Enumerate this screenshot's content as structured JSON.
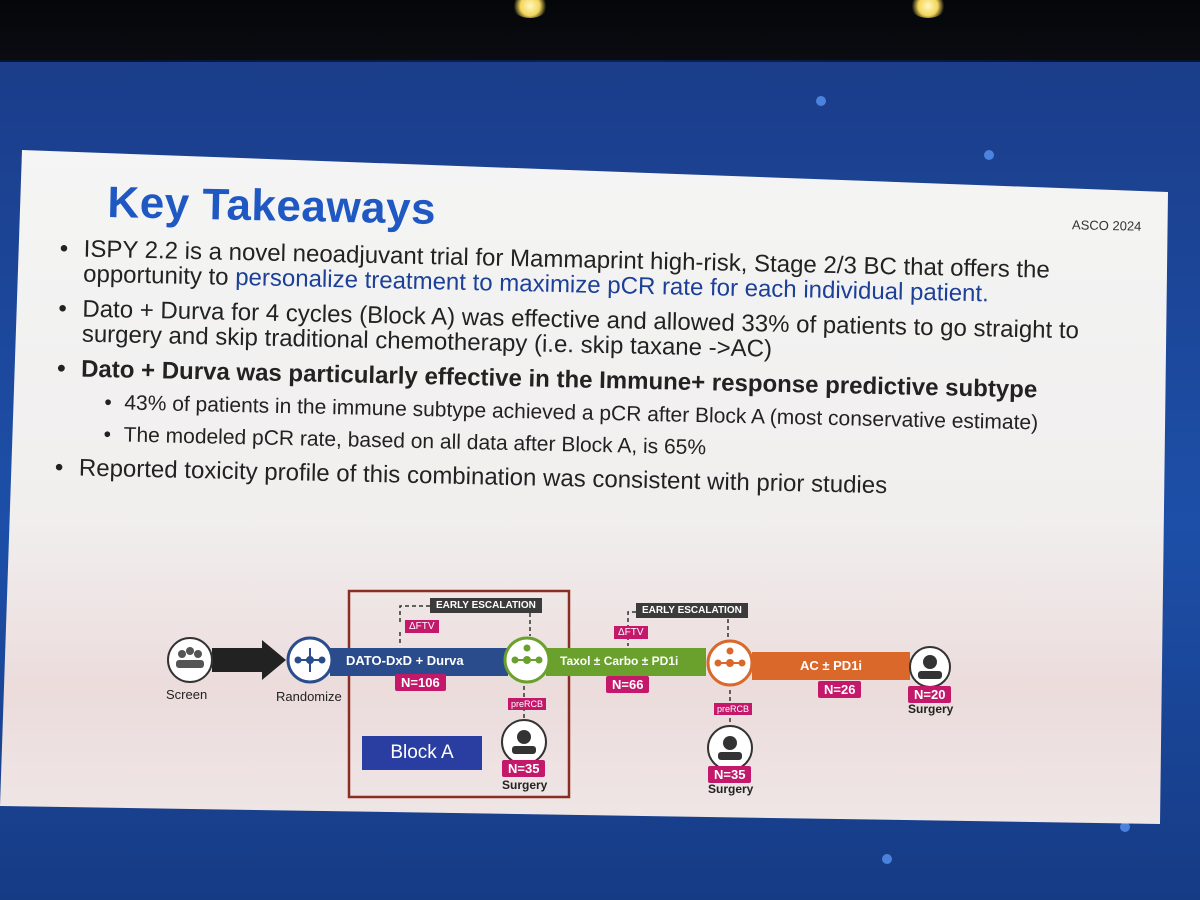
{
  "slide": {
    "title": "Key Takeaways",
    "conference": "ASCO 2024",
    "bullets": {
      "b1_text": "ISPY 2.2 is a novel neoadjuvant trial for Mammaprint high-risk, Stage 2/3 BC that offers the opportunity to ",
      "b1_highlight": "personalize treatment to maximize pCR rate for each individual patient.",
      "b2_text": "Dato + Durva for 4 cycles (Block A) was effective and allowed 33% of patients to go straight to surgery and skip traditional chemotherapy (i.e. skip taxane ->AC)",
      "b3_text": "Dato + Durva was particularly effective in the Immune+ response predictive subtype",
      "b3_sub1": "43% of patients in the immune subtype achieved a pCR after Block A (most conservative estimate)",
      "b3_sub2": "The modeled pCR rate, based on all data after Block A, is 65%",
      "b4_text": "Reported toxicity profile of this combination was consistent with prior studies"
    }
  },
  "diagram": {
    "screen_label": "Screen",
    "randomize_label": "Randomize",
    "arm1_label": "DATO-DxD + Durva",
    "arm1_n": "N=106",
    "arm2_label": "Taxol ± Carbo ± PD1i",
    "arm2_n": "N=66",
    "arm3_label": "AC ± PD1i",
    "arm3_n": "N=26",
    "early_escalation_1": "EARLY ESCALATION",
    "early_escalation_2": "EARLY ESCALATION",
    "ftv_1": "ΔFTV",
    "ftv_2": "ΔFTV",
    "prercb_1": "preRCB",
    "prercb_2": "preRCB",
    "surgery_1_n": "N=35",
    "surgery_1_label": "Surgery",
    "surgery_2_n": "N=35",
    "surgery_2_label": "Surgery",
    "surgery_3_n": "N=20",
    "surgery_3_label": "Surgery",
    "block_label": "Block A",
    "colors": {
      "arm1": "#2b4c8c",
      "arm2": "#6aa12c",
      "arm3": "#d9682a",
      "accent": "#c4186b",
      "block_border": "#8a2d22"
    }
  }
}
